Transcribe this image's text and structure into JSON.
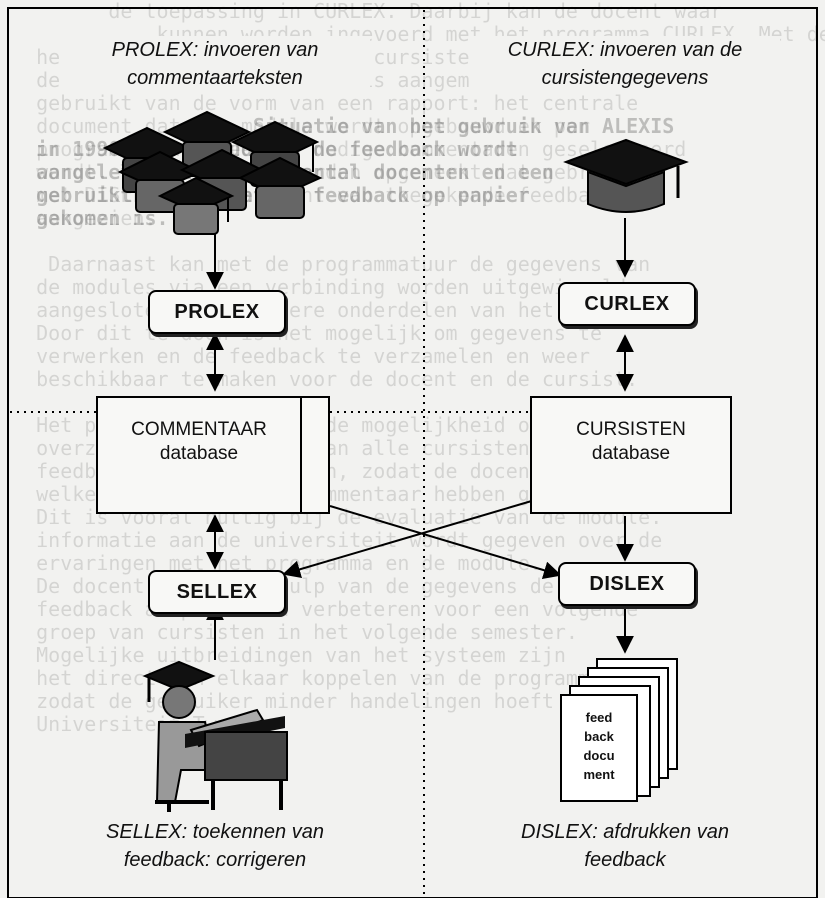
{
  "captions": {
    "prolex": "PROLEX: invoeren van commentaarteksten",
    "curlex": "CURLEX: invoeren van de cursistengegevens",
    "sellex": "SELLEX: toekennen van feedback: corrigeren",
    "dislex": "DISLEX: afdrukken van feedback"
  },
  "nodes": {
    "prolex": "PROLEX",
    "curlex": "CURLEX",
    "sellex": "SELLEX",
    "dislex": "DISLEX"
  },
  "databases": {
    "commentaar": [
      "COMMENTAAR",
      "database"
    ],
    "cursisten": [
      "CURSISTEN",
      "database"
    ]
  },
  "document": [
    "feed",
    "back",
    "docu",
    "ment"
  ],
  "icons": {
    "prolex": "graduation-caps-group-icon",
    "curlex": "graduation-cap-icon",
    "sellex": "student-at-desk-icon",
    "dislex": "document-stack-icon"
  },
  "colors": {
    "line": "#000000",
    "paper": "#f2f2f0"
  }
}
